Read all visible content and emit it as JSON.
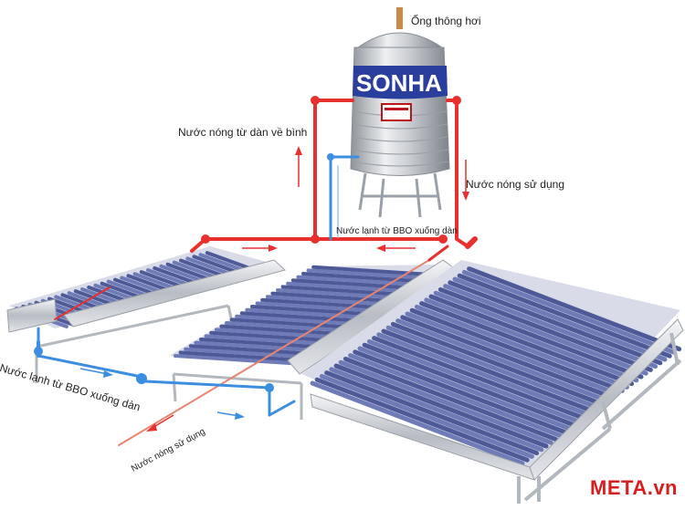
{
  "labels": {
    "vent_pipe": "Ống thông hơi",
    "hot_to_tank": "Nước nóng từ dàn về bình",
    "hot_use_right": "Nước nóng sử dụng",
    "cold_to_panel_top": "Nước lạnh từ BBO xuống dàn",
    "cold_to_panel_left": "Nước lạnh từ BBO xuống dàn",
    "hot_use_bottom": "Nước nóng sử dụng"
  },
  "tank": {
    "brand": "SONHA"
  },
  "watermark": {
    "text": "META.vn"
  },
  "colors": {
    "hot_pipe": "#e8312f",
    "cold_pipe": "#3c8fe0",
    "tube": "#5c69a6",
    "steel": "#c9cdd3",
    "brand_band": "#2a3f9d",
    "watermark": "#d81e1e"
  }
}
